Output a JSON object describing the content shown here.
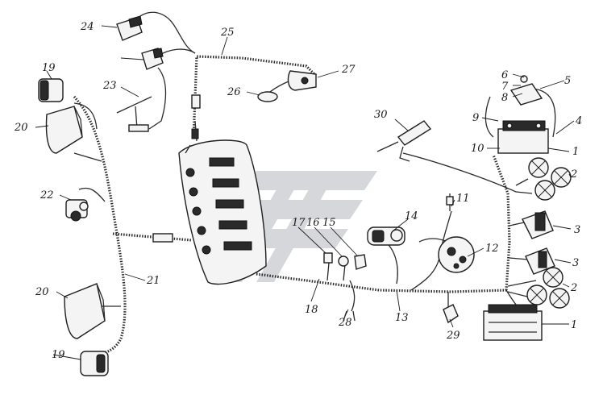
{
  "diagram": {
    "colors": {
      "ink": "#1a1a1a",
      "watermark": "#b4b7bf",
      "paper": "#ffffff"
    },
    "labels": [
      "1",
      "2",
      "3",
      "4",
      "5",
      "6",
      "7",
      "8",
      "9",
      "10",
      "11",
      "12",
      "13",
      "14",
      "15",
      "16",
      "17",
      "18",
      "19",
      "20",
      "21",
      "22",
      "23",
      "24",
      "25",
      "26",
      "27",
      "28",
      "29",
      "30"
    ]
  }
}
